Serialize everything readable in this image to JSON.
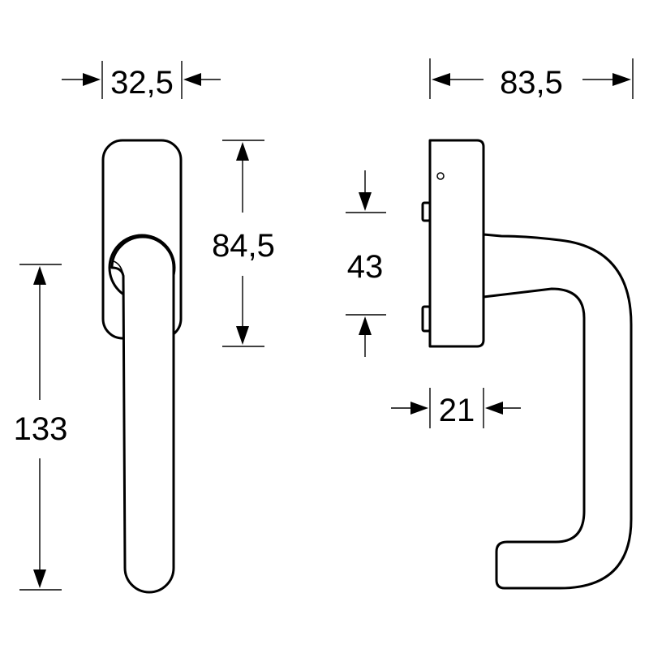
{
  "dimensions": {
    "handle_width": "32,5",
    "total_depth": "83,5",
    "base_height": "84,5",
    "spindle_spacing": "43",
    "lever_length": "133",
    "base_depth": "21"
  },
  "colors": {
    "line": "#000000",
    "background": "#ffffff"
  }
}
